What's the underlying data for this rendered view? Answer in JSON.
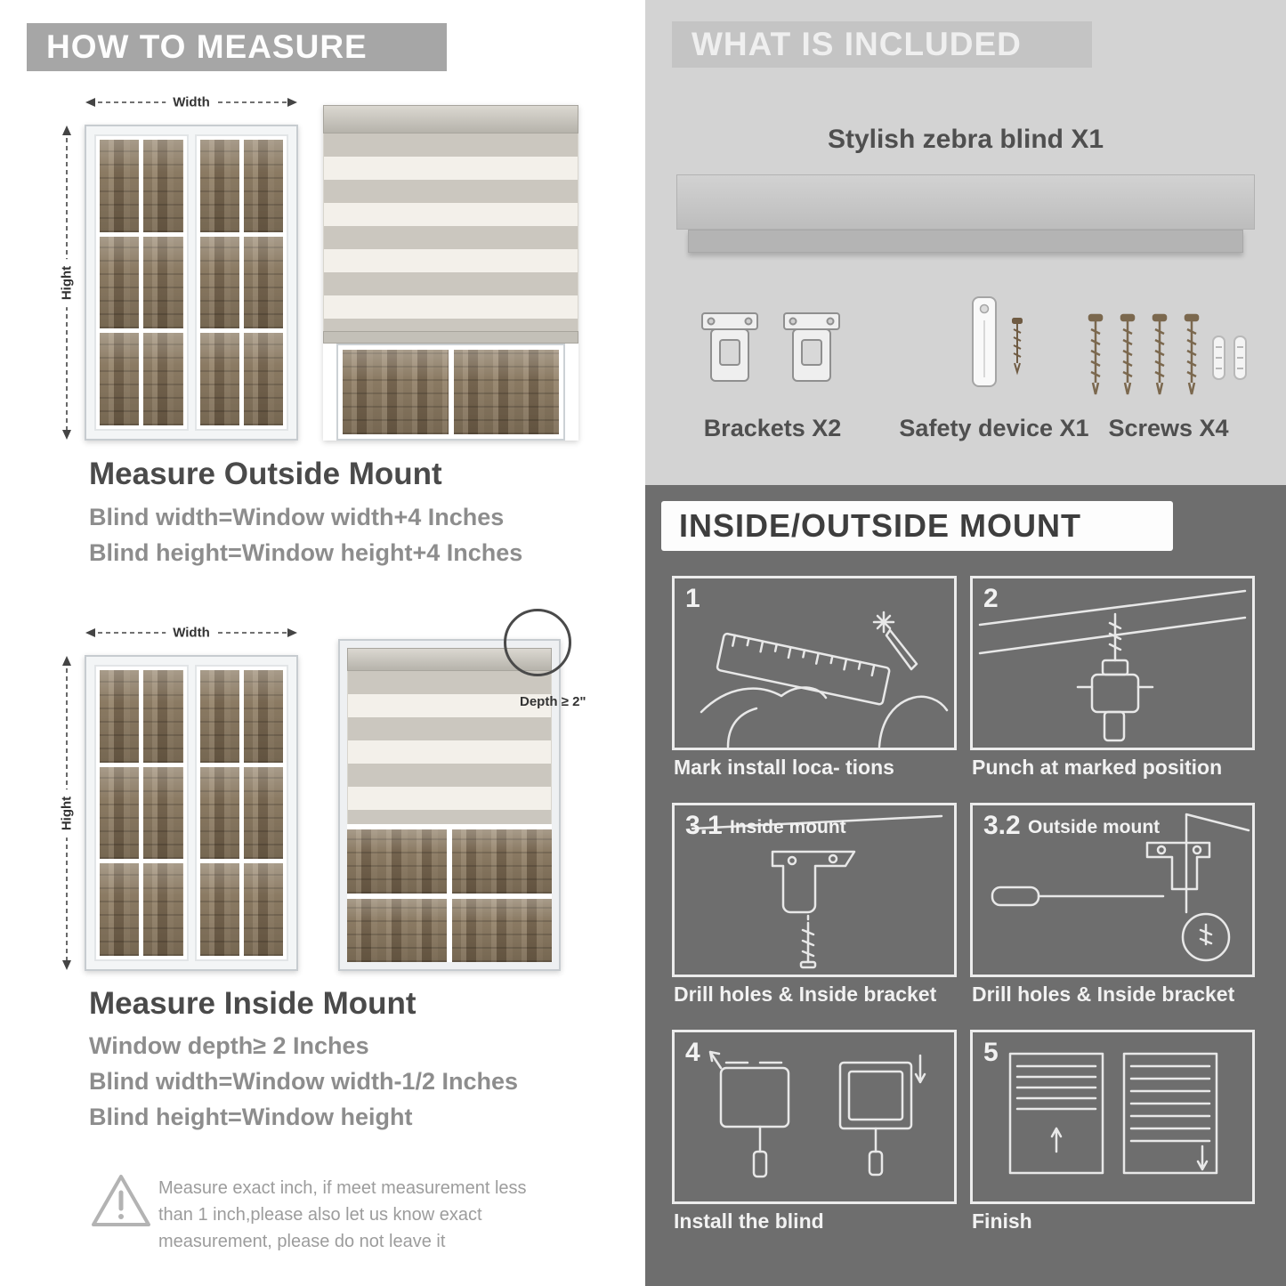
{
  "left": {
    "header": "HOW TO MEASURE",
    "outside": {
      "width_label": "Width",
      "height_label": "Hight",
      "title": "Measure Outside Mount",
      "formula1": "Blind width=Window width+4 Inches",
      "formula2": "Blind height=Window height+4 Inches"
    },
    "inside": {
      "width_label": "Width",
      "height_label": "Hight",
      "depth_callout": "Depth ≥ 2\"",
      "title": "Measure Inside Mount",
      "formula1": "Window depth≥ 2 Inches",
      "formula2": "Blind width=Window width-1/2 Inches",
      "formula3": "Blind height=Window height"
    },
    "warning_text": "Measure exact inch, if meet measurement less than 1 inch,please also let us know exact measurement, please do not leave it",
    "warning_icon": "exclamation-triangle"
  },
  "included": {
    "header": "WHAT IS INCLUDED",
    "product_label": "Stylish zebra blind X1",
    "items": [
      {
        "label": "Brackets X2",
        "icon": "brackets-icon"
      },
      {
        "label": "Safety device X1",
        "icon": "safety-device-icon"
      },
      {
        "label": "Screws X4",
        "icon": "screws-icon"
      }
    ]
  },
  "mount": {
    "header": "INSIDE/OUTSIDE MOUNT",
    "steps": [
      {
        "num": "1",
        "caption": "Mark install loca- tions"
      },
      {
        "num": "2",
        "caption": "Punch at  marked position"
      },
      {
        "num": "3.1",
        "label": "Inside mount",
        "caption": "Drill holes &  Inside bracket"
      },
      {
        "num": "3.2",
        "label": "Outside mount",
        "caption": "Drill holes &  Inside bracket"
      },
      {
        "num": "4",
        "caption": "Install the blind"
      },
      {
        "num": "5",
        "caption": "Finish"
      }
    ]
  },
  "colors": {
    "header_gray": "#a6a6a6",
    "panel_light_gray": "#d3d3d3",
    "panel_dark_gray": "#6e6e6e",
    "text_dark": "#4a4a4a",
    "text_muted": "#8d8d8d"
  }
}
